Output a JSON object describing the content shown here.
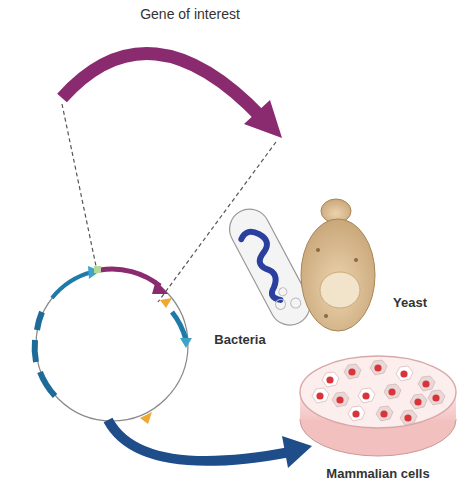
{
  "diagram": {
    "labels": [
      "Gene of interest",
      "Bacteria",
      "Yeast",
      "Mammalian cells"
    ]
  }
}
